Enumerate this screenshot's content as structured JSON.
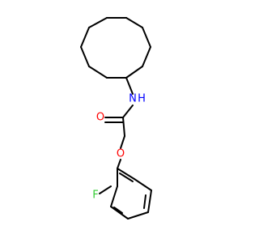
{
  "colors": {
    "background": "#ffffff",
    "bond": "#000000",
    "nitrogen": "#0000ff",
    "oxygen": "#ff0000",
    "fluorine": "#33cc33"
  },
  "atoms": {
    "nitrogen": "N",
    "hydrogen": "H",
    "carbonyl_oxygen": "O",
    "ether_oxygen": "O",
    "fluorine": "F"
  }
}
